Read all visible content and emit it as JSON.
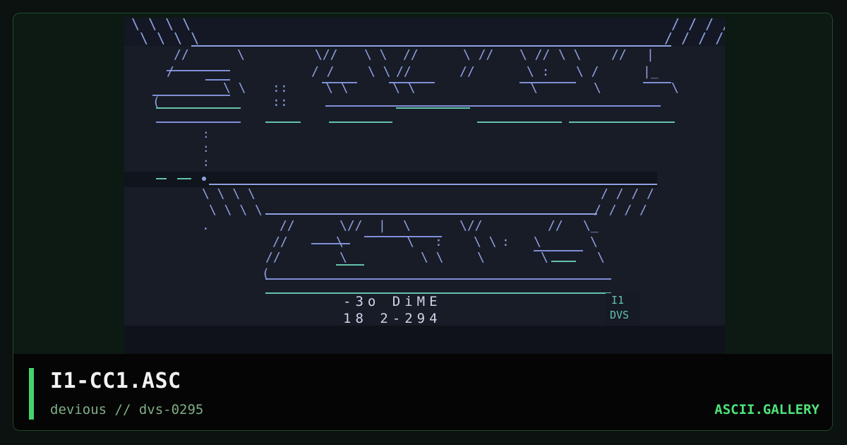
{
  "artwork": {
    "filename": "I1-CC1.ASC",
    "artist_group": "devious // dvs-0295",
    "site": "ASCII.GALLERY"
  },
  "preview": {
    "caption_line1": "-3o    DiME",
    "caption_line2": "18    2-294",
    "tag_line1": "I1",
    "tag_line2": "DVS"
  },
  "colors": {
    "accent": "#44d46a",
    "brand": "#4ee37a",
    "preview_bg": "#181c27",
    "ascii_blue": "#7f8fd6",
    "ascii_teal": "#63c2a8"
  }
}
